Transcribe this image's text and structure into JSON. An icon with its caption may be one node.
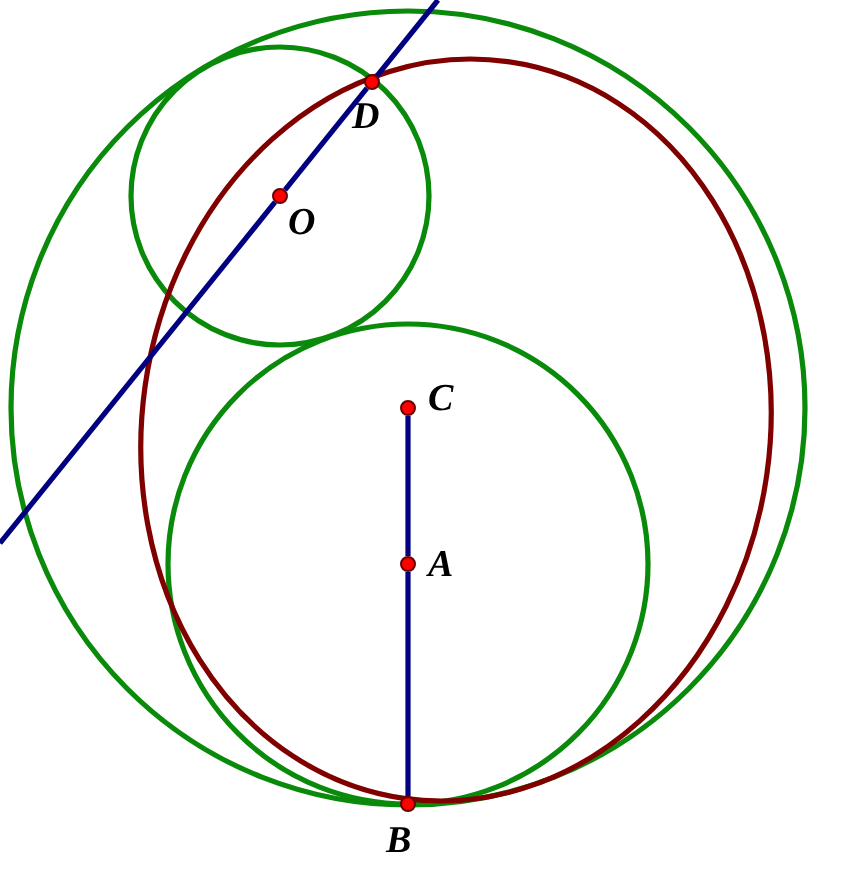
{
  "diagram": {
    "nodes": [
      {
        "text": [
          "C"
        ]
      },
      {
        "text": [
          "A"
        ]
      },
      {
        "text": [
          "B"
        ]
      },
      {
        "text": [
          "D"
        ]
      },
      {
        "text": [
          "O"
        ]
      }
    ],
    "edges": [
      {
        "from": 0,
        "to": 1,
        "arrow": "none"
      },
      {
        "from": 1,
        "to": 2,
        "arrow": "none"
      },
      {
        "from": null,
        "to": 4,
        "arrow": "none"
      },
      {
        "from": 4,
        "to": 3,
        "arrow": "none"
      },
      {
        "from": 3,
        "to": null,
        "arrow": "none"
      }
    ]
  }
}
